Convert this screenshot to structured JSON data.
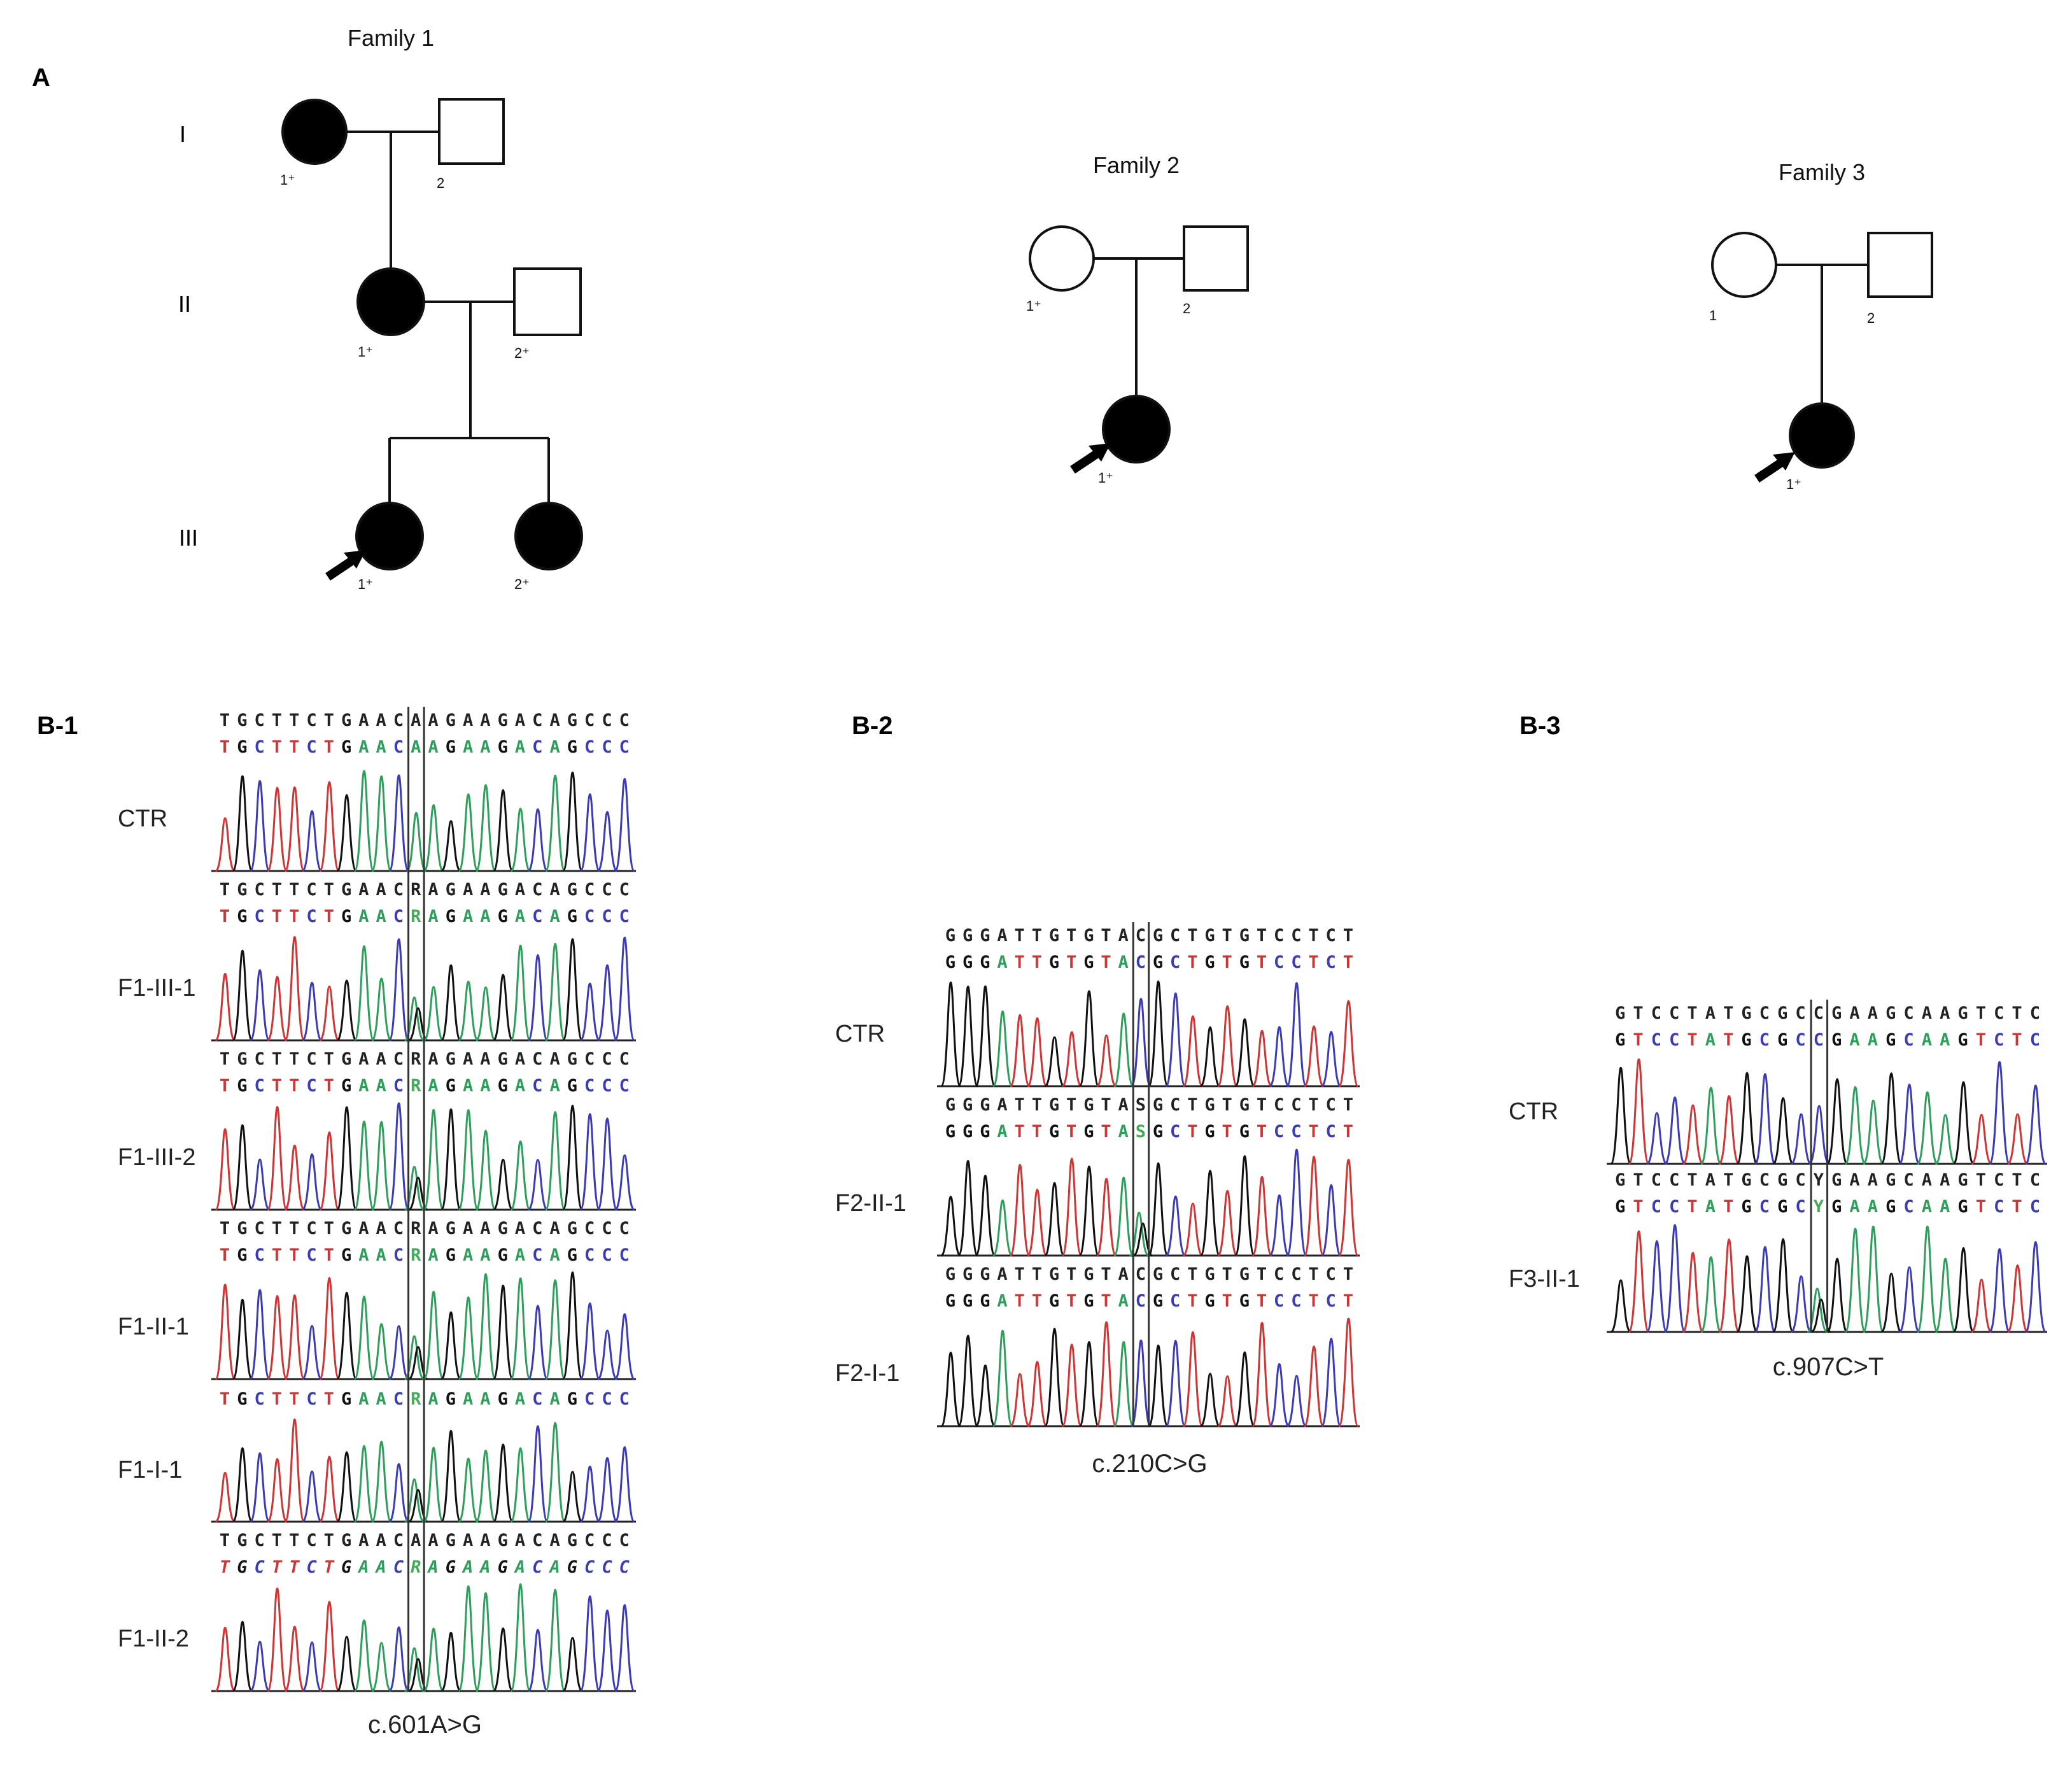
{
  "panel_a": {
    "label": "A",
    "generations": [
      "I",
      "II",
      "III"
    ],
    "families": [
      {
        "title": "Family 1",
        "members": [
          {
            "id": "I-1",
            "sex": "female",
            "affected": true,
            "label": "1⁺"
          },
          {
            "id": "I-2",
            "sex": "male",
            "affected": false,
            "label": "2"
          },
          {
            "id": "II-1",
            "sex": "female",
            "affected": true,
            "label": "1⁺"
          },
          {
            "id": "II-2",
            "sex": "male",
            "affected": false,
            "label": "2⁺"
          },
          {
            "id": "III-1",
            "sex": "female",
            "affected": true,
            "label": "1⁺",
            "proband": true
          },
          {
            "id": "III-2",
            "sex": "female",
            "affected": true,
            "label": "2⁺"
          }
        ]
      },
      {
        "title": "Family 2",
        "members": [
          {
            "id": "I-1",
            "sex": "female",
            "affected": false,
            "label": "1⁺"
          },
          {
            "id": "I-2",
            "sex": "male",
            "affected": false,
            "label": "2"
          },
          {
            "id": "II-1",
            "sex": "female",
            "affected": true,
            "label": "1⁺",
            "proband": true
          }
        ]
      },
      {
        "title": "Family 3",
        "members": [
          {
            "id": "I-1",
            "sex": "female",
            "affected": false,
            "label": "1"
          },
          {
            "id": "I-2",
            "sex": "male",
            "affected": false,
            "label": "2"
          },
          {
            "id": "II-1",
            "sex": "female",
            "affected": true,
            "label": "1⁺",
            "proband": true
          }
        ]
      }
    ]
  },
  "panel_b": [
    {
      "label": "B-1",
      "variant": "c.601A>G",
      "tracks": [
        {
          "name": "CTR",
          "seq1": "TGCTTCTGAACAAGAAGACAGCCC",
          "seq2": "TGCTTCTGAACAAGAAGACAGCCC"
        },
        {
          "name": "F1-III-1",
          "seq1": "TGCTTCTGAACRAGAAGACAGCCC",
          "seq2": "TGCTTCTGAACRAGAAGACAGCCC"
        },
        {
          "name": "F1-III-2",
          "seq1": "TGCTTCTGAACRAGAAGACAGCCC",
          "seq2": "TGCTTCTGAACRAGAAGACAGCCC"
        },
        {
          "name": "F1-II-1",
          "seq1": "TGCTTCTGAACRAGAAGACAGCCC",
          "seq2": "TGCTTCTGAACRAGAAGACAGCCC"
        },
        {
          "name": "F1-I-1",
          "seq1": "",
          "seq2": "TGCTTCTGAACRAGAAGACAGCCC"
        },
        {
          "name": "F1-II-2",
          "seq1": "TGCTTCTGAACAAGAAGACAGCCC",
          "seq2": "TGCTTCTGAACRAGAAGACAGCCC"
        }
      ]
    },
    {
      "label": "B-2",
      "variant": "c.210C>G",
      "tracks": [
        {
          "name": "CTR",
          "seq1": "GGGATTGTGTACGCTGTGTCCTCT",
          "seq2": "GGGATTGTGTACGCTGTGTCCTCT"
        },
        {
          "name": "F2-II-1",
          "seq1": "GGGATTGTGTASGCTGTGTCCTCT",
          "seq2": "GGGATTGTGTASGCTGTGTCCTCT"
        },
        {
          "name": "F2-I-1",
          "seq1": "GGGATTGTGTACGCTGTGTCCTCT",
          "seq2": "GGGATTGTGTACGCTGTGTCCTCT"
        }
      ]
    },
    {
      "label": "B-3",
      "variant": "c.907C>T",
      "tracks": [
        {
          "name": "CTR",
          "seq1": "GTCCTATGCGCCGAAGCAAGTCTC",
          "seq2": "GTCCTATGCGCCGAAGCAAGTCTC"
        },
        {
          "name": "F3-II-1",
          "seq1": "GTCCTATGCGCYGAAGCAAGTCTC",
          "seq2": "GTCCTATGCGCYGAAGCAAGTCTC"
        }
      ]
    }
  ],
  "colors": {
    "A": "#2e9e5b",
    "C": "#3b3bb8",
    "G": "#111111",
    "T": "#d03434",
    "het": "#3fae57",
    "line": "#111111",
    "fill_affected": "#000000"
  }
}
